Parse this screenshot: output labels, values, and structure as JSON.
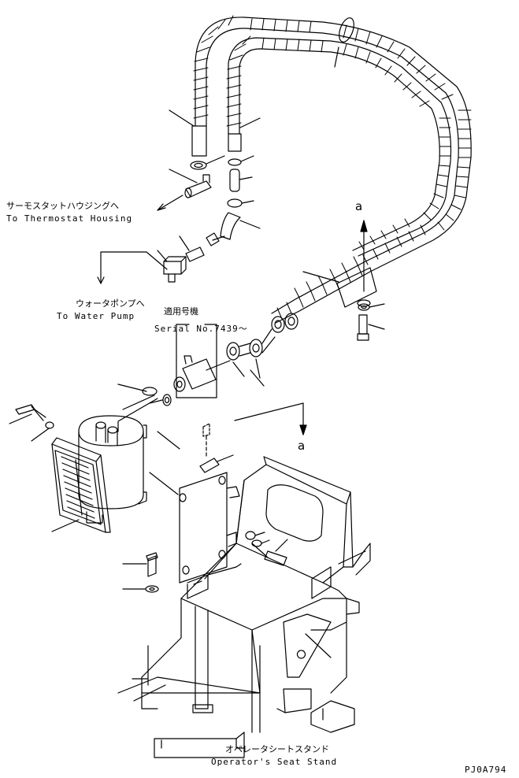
{
  "labels": {
    "thermostat_jp": "サーモスタットハウジングへ",
    "thermostat_en": "To Thermostat Housing",
    "waterpump_jp": "ウォータポンプへ",
    "waterpump_en": "To Water Pump",
    "applicable_jp": "適用号機",
    "serial": "Serial No.7439～",
    "seat_jp": "オペレータシートスタンド",
    "seat_en": "Operator's Seat Stand",
    "view_a_top": "a",
    "view_a_mid": "a",
    "drawing_id": "PJ0A794"
  },
  "colors": {
    "ink": "#000000",
    "paper": "#ffffff"
  }
}
